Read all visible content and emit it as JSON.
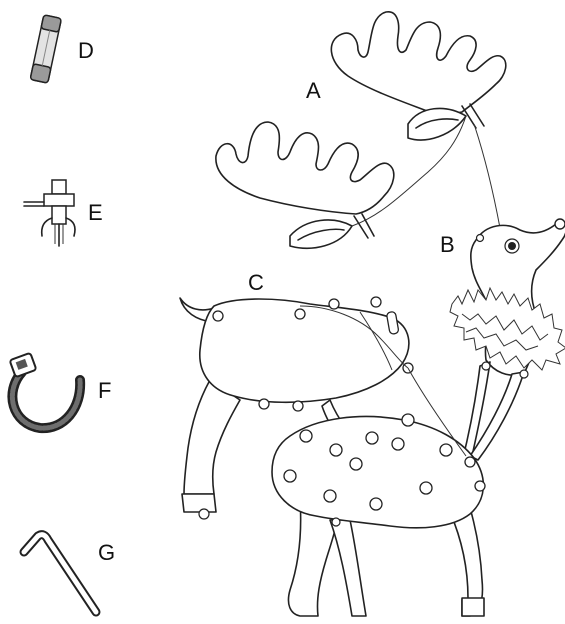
{
  "labels": {
    "a": "A",
    "b": "B",
    "c": "C",
    "d": "D",
    "e": "E",
    "f": "F",
    "g": "G"
  },
  "colors": {
    "line": "#222222",
    "fuse_glass": "#d9d9d9",
    "fuse_cap": "#8c8c8c"
  }
}
